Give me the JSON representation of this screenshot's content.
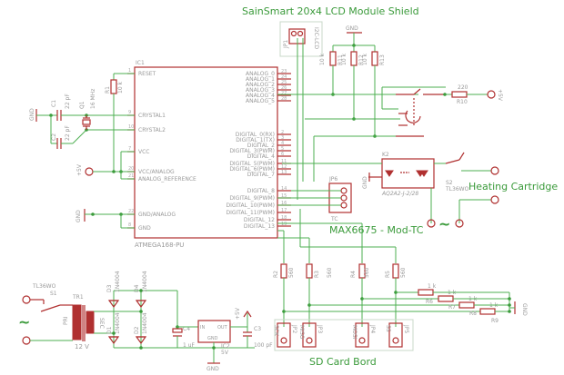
{
  "titles": {
    "lcd": "SainSmart 20x4 LCD Module Shield",
    "thermocouple": "MAX6675 - Mod-TC",
    "heating": "Heating Cartridge",
    "sd": "SD Card Bord"
  },
  "ic1": {
    "ref": "IC1",
    "part": "ATMEGA168-PU",
    "left_pins": [
      {
        "name": "RESET",
        "num": "1"
      },
      {
        "name": "CRYSTAL1",
        "num": "9"
      },
      {
        "name": "CRYSTAL2",
        "num": "10"
      },
      {
        "name": "VCC",
        "num": "7"
      },
      {
        "name": "VCC/ANALOG",
        "num": "20"
      },
      {
        "name": "ANALOG_REFERENCE",
        "num": "21"
      },
      {
        "name": "GND/ANALOG",
        "num": "22"
      },
      {
        "name": "GND",
        "num": "8"
      }
    ],
    "right_pins": [
      {
        "name": "ANALOG_0",
        "num": "23"
      },
      {
        "name": "ANALOG_1",
        "num": "24"
      },
      {
        "name": "ANALOG_2",
        "num": "25"
      },
      {
        "name": "ANALOG_3",
        "num": "26"
      },
      {
        "name": "ANALOG_4",
        "num": "27"
      },
      {
        "name": "ANALOG_5",
        "num": "28"
      },
      {
        "name": "DIGITAL_0(RX)",
        "num": "2"
      },
      {
        "name": "DIGITAL_1(TX)",
        "num": "3"
      },
      {
        "name": "DIGITAL_2",
        "num": "4"
      },
      {
        "name": "DIGITAL_3(PWM)",
        "num": "5"
      },
      {
        "name": "DIGITAL_4",
        "num": "6"
      },
      {
        "name": "DIGITAL_5(PWM)",
        "num": "11"
      },
      {
        "name": "DIGITAL_6(PWM)",
        "num": "12"
      },
      {
        "name": "DIGITAL_7",
        "num": "13"
      },
      {
        "name": "DIGITAL_8",
        "num": "14"
      },
      {
        "name": "DIGITAL_9(PWM)",
        "num": "15"
      },
      {
        "name": "DIGITAL_10(PWM)",
        "num": "16"
      },
      {
        "name": "DIGITAL_11(PWM)",
        "num": "17"
      },
      {
        "name": "DIGITAL_12",
        "num": "18"
      },
      {
        "name": "DIGITAL_13",
        "num": "19"
      }
    ]
  },
  "components": {
    "r1": {
      "ref": "R1",
      "value": "10 k"
    },
    "c1": {
      "ref": "C1",
      "value": "22 pF"
    },
    "c2": {
      "ref": "C2",
      "value": "22 pF"
    },
    "q1": {
      "ref": "Q1",
      "value": "16 MHz"
    },
    "gnd": "GND",
    "v5": "+5V",
    "jp1": {
      "ref": "JP1",
      "value": "I2C-LCD"
    },
    "r11": {
      "ref": "R11",
      "value": "10 k"
    },
    "r12": {
      "ref": "R12",
      "value": "10 k"
    },
    "r13": {
      "ref": "R13",
      "value": "10 k"
    },
    "r10": {
      "ref": "R10",
      "value": "220"
    },
    "k2": {
      "ref": "K2",
      "value": "AQ2A2-J-2/28"
    },
    "s2": {
      "ref": "S2",
      "value": "TL36WO"
    },
    "jp6": {
      "ref": "JP6",
      "value": "TC"
    },
    "tilde": "~",
    "s1": {
      "ref": "S1",
      "value": "TL36WO"
    },
    "tr1": {
      "ref": "TR1",
      "pri": "PRI",
      "sec": "SEC",
      "value": "12 V"
    },
    "d1": {
      "ref": "D1",
      "value": "1N4004"
    },
    "d2": {
      "ref": "D2",
      "value": "1N4004"
    },
    "d3": {
      "ref": "D3",
      "value": "1N4004"
    },
    "d4": {
      "ref": "D4",
      "value": "1N4004"
    },
    "c4": {
      "ref": "C4",
      "value": "1 uF"
    },
    "c3": {
      "ref": "C3",
      "value": "100 pF"
    },
    "ic2": {
      "ref": "IC2",
      "value": "5V",
      "in": "IN",
      "out": "OUT",
      "gnd": "GND"
    },
    "r2": {
      "ref": "R2",
      "value": "560"
    },
    "r3": {
      "ref": "R3",
      "value": "560"
    },
    "r4": {
      "ref": "R4",
      "value": "560"
    },
    "r5": {
      "ref": "R5",
      "value": "560"
    },
    "r6": {
      "ref": "R6",
      "value": "1 k"
    },
    "r7": {
      "ref": "R7",
      "value": "1 k"
    },
    "r8": {
      "ref": "R8",
      "value": "1 k"
    },
    "r9": {
      "ref": "R9",
      "value": "1 k"
    },
    "sd_pins": [
      {
        "sig": "SCK",
        "ref": "JP2"
      },
      {
        "sig": "MISO",
        "ref": "JP3"
      },
      {
        "sig": "MOSI",
        "ref": "JP4"
      },
      {
        "sig": "SS",
        "ref": "JP5"
      }
    ]
  }
}
